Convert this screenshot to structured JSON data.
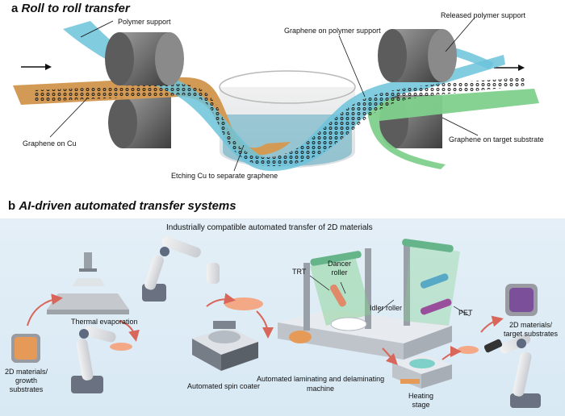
{
  "panel_a": {
    "letter": "a",
    "title": "Roll to roll transfer",
    "labels": {
      "polymer_support": "Polymer support",
      "graphene_on_polymer": "Graphene on polymer support",
      "released_polymer": "Released polymer support",
      "graphene_on_cu": "Graphene on Cu",
      "etching": "Etching Cu to separate graphene",
      "graphene_on_target": "Graphene on target substrate"
    }
  },
  "panel_b": {
    "letter": "b",
    "title": "AI-driven automated transfer systems",
    "subtitle": "Industrially compatible automated transfer of 2D materials",
    "labels": {
      "thermal_evaporation": "Thermal evaporation",
      "growth_line1": "2D materials/",
      "growth_line2": "growth",
      "growth_line3": "substrates",
      "spin_coater": "Automated spin coater",
      "trt": "TRT",
      "dancer_line1": "Dancer",
      "dancer_line2": "roller",
      "idler": "Idler roller",
      "pet": "PET",
      "lam_line1": "Automated laminating and delaminating",
      "lam_line2": "machine",
      "heating_line1": "Heating",
      "heating_line2": "stage",
      "target_line1": "2D materials/",
      "target_line2": "target substrates"
    }
  },
  "colors": {
    "copper": "#d39a55",
    "polymer": "#6cc3da",
    "target": "#7fd08c",
    "roller": "#7a7a7a",
    "arrow_b": "#d9665a",
    "panel_b_bg": "#dcebf5"
  }
}
